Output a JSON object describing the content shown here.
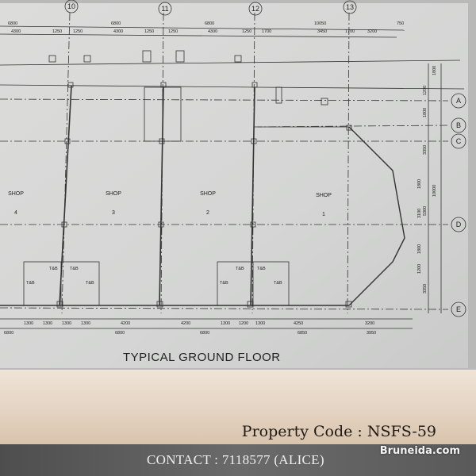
{
  "plan": {
    "title": "TYPICAL GROUND FLOOR",
    "grid_columns": [
      "10",
      "11",
      "12",
      "13"
    ],
    "grid_rows": [
      "A",
      "B",
      "C",
      "D",
      "E"
    ],
    "shops": [
      {
        "label": "SHOP",
        "number": "4"
      },
      {
        "label": "SHOP",
        "number": "3"
      },
      {
        "label": "SHOP",
        "number": "2"
      },
      {
        "label": "SHOP",
        "number": "1"
      }
    ],
    "toilet_label": "T&B",
    "top_dims_row1": [
      "6800",
      "6800",
      "6800",
      "10050",
      "750"
    ],
    "top_dims_row2": [
      "4300",
      "1250",
      "1250",
      "4300",
      "1250",
      "1250",
      "4300",
      "1250",
      "1700",
      "3450",
      "1700",
      "3200"
    ],
    "bottom_dims_row1": [
      "1300",
      "1300",
      "1300",
      "1300",
      "4200",
      "4200",
      "1300",
      "1200",
      "1300",
      "4250",
      "3200"
    ],
    "bottom_dims_row2": [
      "6800",
      "6800",
      "6800",
      "6850",
      "3950"
    ],
    "side_dims": [
      "1800",
      "1200",
      "1800",
      "3350",
      "1800",
      "10000",
      "3100",
      "5300",
      "1800",
      "1200",
      "3350"
    ]
  },
  "property_code": "Property Code : NSFS-59",
  "contact": "CONTACT : 7118577 (ALICE)",
  "watermark": "Bruneida.com"
}
